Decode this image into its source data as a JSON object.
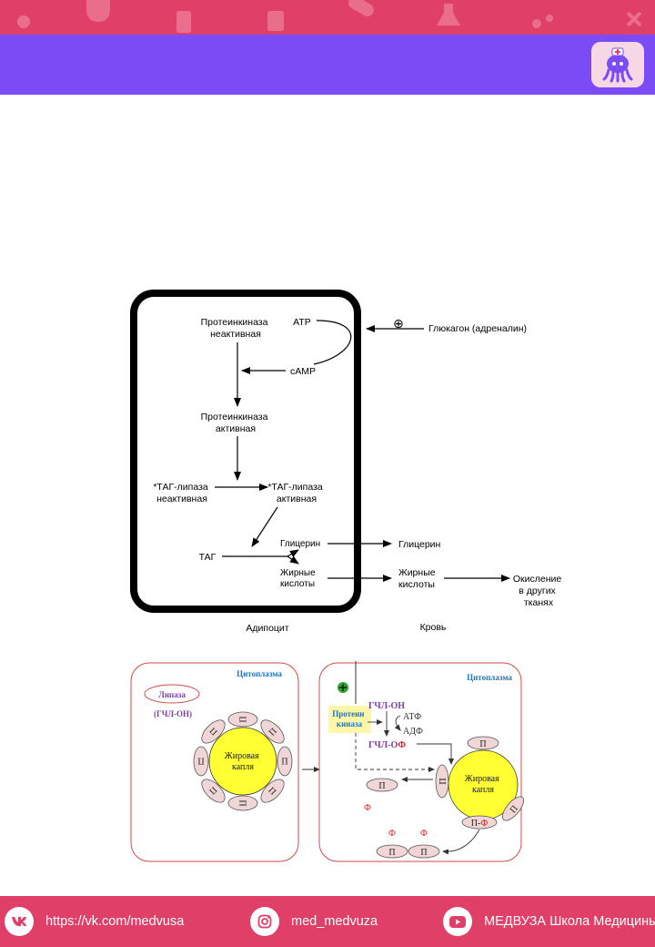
{
  "colors": {
    "top_strip": "#e03f68",
    "header_band": "#7b4cf5",
    "footer": "#e03f68",
    "droplet_yellow": "#ffff33",
    "protein_pink": "#f0d6d6",
    "cell_border": "#d44a4a",
    "cytoplasm_label": "#1e73be",
    "lipase_label": "#7b3fa0",
    "phosphate_red": "#e02020",
    "kinase_highlight": "#fdf7a8"
  },
  "header": {
    "logo_icon": "medic-octopus-icon"
  },
  "scheme1": {
    "pk_inactive": [
      "Протеинкиназа",
      "неактивная"
    ],
    "atp": "ATP",
    "camp": "cAMP",
    "plus": "⊕",
    "glucagon": "Глюкагон (адреналин)",
    "pk_active": [
      "Протеинкиназа",
      "активная"
    ],
    "tag_lipase_inactive": [
      "*ТАГ-липаза",
      "неактивная"
    ],
    "tag_lipase_active": [
      "*ТАГ-липаза",
      "активная"
    ],
    "tag": "ТАГ",
    "glycerol_in": "Глицерин",
    "fatty_in": [
      "Жирные",
      "кислоты"
    ],
    "glycerol_out": "Глицерин",
    "fatty_out": [
      "Жирные",
      "кислоты"
    ],
    "oxidation": [
      "Окисление",
      "в других",
      "тканях"
    ],
    "adipocyte": "Адипоцит",
    "blood": "Кровь"
  },
  "scheme2": {
    "cytoplasm": "Цитоплазма",
    "lipase": "Липаза",
    "lipase_form": "(ГЧЛ-ОН)",
    "protein_letter": "П",
    "droplet": [
      "Жировая",
      "капля"
    ],
    "cytoplasm_right": "Цитоплазма",
    "kinase": [
      "Протеин",
      "киназа"
    ],
    "plus": "⊕",
    "gchl_oh": "ГЧЛ-ОН",
    "atf": "АТФ",
    "adf": "АДФ",
    "gchl_of_prefix": "ГЧЛ-О",
    "phi": "Ф",
    "droplet_right": [
      "Жировая",
      "капля"
    ],
    "p_phi_prefix": "П-",
    "p_free": "П"
  },
  "footer": {
    "vk_icon": "vk-icon",
    "vk_text": "https://vk.com/medvusa",
    "instagram_icon": "instagram-icon",
    "instagram_text": "med_medvuza",
    "youtube_icon": "youtube-icon",
    "youtube_text": "МЕДВУЗА Школа Медицины"
  }
}
